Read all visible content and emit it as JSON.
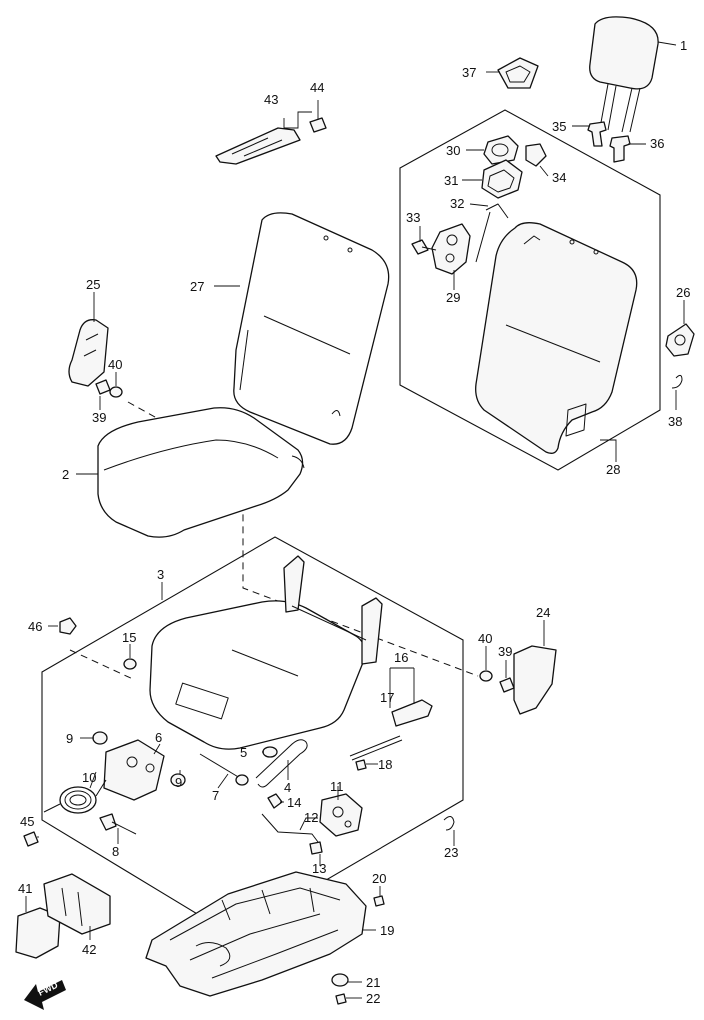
{
  "diagram": {
    "callouts": [
      "1",
      "2",
      "3",
      "4",
      "5",
      "6",
      "7",
      "8",
      "9",
      "9",
      "10",
      "11",
      "12",
      "13",
      "14",
      "15",
      "16",
      "17",
      "18",
      "19",
      "20",
      "21",
      "22",
      "23",
      "24",
      "25",
      "26",
      "27",
      "28",
      "29",
      "30",
      "31",
      "32",
      "33",
      "34",
      "35",
      "36",
      "37",
      "38",
      "39",
      "39",
      "40",
      "40",
      "41",
      "42",
      "43",
      "44",
      "45",
      "46"
    ],
    "fwd_label": "FWD"
  }
}
